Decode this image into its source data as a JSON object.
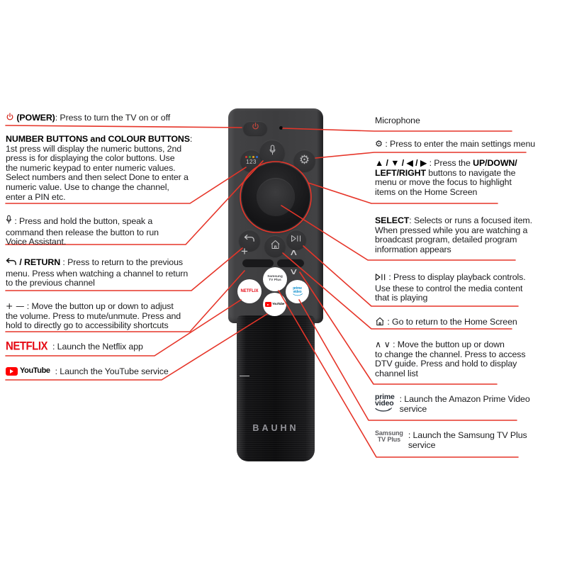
{
  "page": {
    "bg": "#ffffff",
    "accent_red": "#e63529",
    "text_color": "#1c1c1e"
  },
  "remote": {
    "brand": "BAUHN",
    "num_button": "123",
    "marks": {
      "plus": "+",
      "minus": "—",
      "chan_up": "∧",
      "chan_down": "∨"
    },
    "apps": {
      "netflix": "NETFLIX",
      "samsung": [
        "Samsung",
        "TV Plus"
      ],
      "prime": [
        "prime",
        "video"
      ],
      "youtube": "YouTube"
    }
  },
  "callouts": {
    "left": [
      {
        "id": "power",
        "segments": [
          {
            "s": "icon",
            "v": "power-icon"
          },
          {
            "s": "b",
            "v": " (POWER)"
          },
          {
            "s": "r",
            "v": ": Press to turn the TV on or off"
          }
        ]
      },
      {
        "id": "number-buttons",
        "segments": [
          {
            "s": "b",
            "v": "NUMBER BUTTONS and COLOUR BUTTONS"
          },
          {
            "s": "r",
            "v": ":"
          },
          {
            "s": "br"
          },
          {
            "s": "r",
            "v": "1st press will display the numeric buttons, 2nd"
          },
          {
            "s": "br"
          },
          {
            "s": "r",
            "v": "press is for displaying the color buttons. Use"
          },
          {
            "s": "br"
          },
          {
            "s": "r",
            "v": "the numeric keypad to enter numeric values."
          },
          {
            "s": "br"
          },
          {
            "s": "r",
            "v": "Select numbers and then select Done to enter a"
          },
          {
            "s": "br"
          },
          {
            "s": "r",
            "v": "numeric value. Use to change the channel,"
          },
          {
            "s": "br"
          },
          {
            "s": "r",
            "v": "enter a PIN etc."
          }
        ]
      },
      {
        "id": "voice",
        "segments": [
          {
            "s": "icon",
            "v": "mic-icon"
          },
          {
            "s": "r",
            "v": " : Press and hold the button, speak a"
          },
          {
            "s": "br"
          },
          {
            "s": "r",
            "v": "command then release the button to run"
          },
          {
            "s": "br"
          },
          {
            "s": "r",
            "v": "Voice Assistant."
          }
        ]
      },
      {
        "id": "return",
        "segments": [
          {
            "s": "icon",
            "v": "return-icon"
          },
          {
            "s": "b",
            "v": " / RETURN "
          },
          {
            "s": "r",
            "v": ": Press to return to the previous"
          },
          {
            "s": "br"
          },
          {
            "s": "r",
            "v": "menu. Press when watching a channel to return"
          },
          {
            "s": "br"
          },
          {
            "s": "r",
            "v": "to the previous channel"
          }
        ]
      },
      {
        "id": "volume",
        "segments": [
          {
            "s": "glyph",
            "v": "+ —"
          },
          {
            "s": "r",
            "v": " : Move the button up or down to adjust"
          },
          {
            "s": "br"
          },
          {
            "s": "r",
            "v": "the volume. Press to mute/unmute. Press and"
          },
          {
            "s": "br"
          },
          {
            "s": "r",
            "v": "hold to directly go to accessibility shortcuts"
          }
        ]
      },
      {
        "id": "netflix",
        "logo": {
          "type": "netflix",
          "v": "NETFLIX"
        },
        "segments": [
          {
            "s": "r",
            "v": " : Launch the Netflix app"
          }
        ]
      },
      {
        "id": "youtube",
        "logo": {
          "type": "youtube",
          "v": "YouTube"
        },
        "segments": [
          {
            "s": "r",
            "v": ": Launch the YouTube service"
          }
        ]
      }
    ],
    "right": [
      {
        "id": "microphone",
        "segments": [
          {
            "s": "r",
            "v": "Microphone"
          }
        ]
      },
      {
        "id": "settings",
        "segments": [
          {
            "s": "glyph",
            "v": "⚙"
          },
          {
            "s": "r",
            "v": " : Press to enter the main settings menu"
          }
        ]
      },
      {
        "id": "direction",
        "segments": [
          {
            "s": "b",
            "v": "▲ / ▼ / ◀ / ▶"
          },
          {
            "s": "r",
            "v": " : Press the "
          },
          {
            "s": "b",
            "v": "UP/DOWN/"
          },
          {
            "s": "br"
          },
          {
            "s": "b",
            "v": "LEFT/RIGHT"
          },
          {
            "s": "r",
            "v": " buttons to navigate the"
          },
          {
            "s": "br"
          },
          {
            "s": "r",
            "v": "menu or move the focus to highlight"
          },
          {
            "s": "br"
          },
          {
            "s": "r",
            "v": "items on the Home Screen"
          }
        ]
      },
      {
        "id": "select",
        "segments": [
          {
            "s": "b",
            "v": "SELECT"
          },
          {
            "s": "r",
            "v": ": Selects or runs a focused item."
          },
          {
            "s": "br"
          },
          {
            "s": "r",
            "v": "When pressed while you are watching a"
          },
          {
            "s": "br"
          },
          {
            "s": "r",
            "v": "broadcast program, detailed program"
          },
          {
            "s": "br"
          },
          {
            "s": "r",
            "v": "information appears"
          }
        ]
      },
      {
        "id": "playback",
        "segments": [
          {
            "s": "icon",
            "v": "playpause-icon"
          },
          {
            "s": "r",
            "v": " : Press to display playback controls."
          },
          {
            "s": "br"
          },
          {
            "s": "r",
            "v": "Use these to control the media content"
          },
          {
            "s": "br"
          },
          {
            "s": "r",
            "v": "that is playing"
          }
        ]
      },
      {
        "id": "home",
        "segments": [
          {
            "s": "icon",
            "v": "home-icon"
          },
          {
            "s": "r",
            "v": " : Go to return to the Home Screen"
          }
        ]
      },
      {
        "id": "channel",
        "segments": [
          {
            "s": "glyph",
            "v": "∧ ∨"
          },
          {
            "s": "r",
            "v": " : Move the button up or down"
          },
          {
            "s": "br"
          },
          {
            "s": "r",
            "v": "to change the channel. Press to access"
          },
          {
            "s": "br"
          },
          {
            "s": "r",
            "v": "DTV guide. Press and hold to display"
          },
          {
            "s": "br"
          },
          {
            "s": "r",
            "v": "channel list"
          }
        ]
      },
      {
        "id": "prime-video",
        "logo": {
          "type": "prime",
          "v": [
            "prime",
            "video"
          ]
        },
        "segments": [
          {
            "s": "r",
            "v": ": Launch the Amazon Prime Video"
          },
          {
            "s": "br"
          },
          {
            "s": "r",
            "v": "service"
          }
        ]
      },
      {
        "id": "samsung-tv-plus",
        "logo": {
          "type": "samsung",
          "v": [
            "Samsung",
            "TV Plus"
          ]
        },
        "segments": [
          {
            "s": "r",
            "v": ": Launch the Samsung TV Plus"
          },
          {
            "s": "br"
          },
          {
            "s": "r",
            "v": "service"
          }
        ]
      }
    ]
  }
}
